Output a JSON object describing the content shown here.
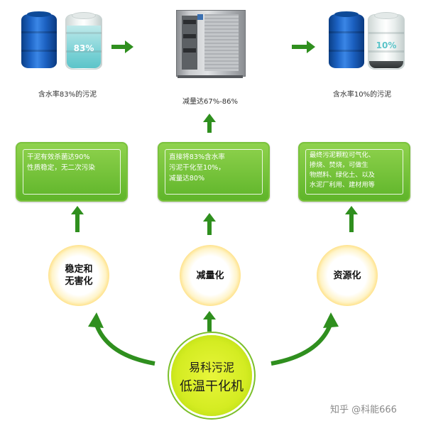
{
  "top": {
    "left_barrel_pct": "83%",
    "left_caption": "含水率83%的污泥",
    "middle_caption": "减量达67%-86%",
    "right_barrel_pct": "10%",
    "right_caption": "含水率10%的污泥"
  },
  "boxes": {
    "left": [
      "干泥有效杀菌达90%",
      "性质稳定，无二次污染"
    ],
    "middle": [
      "直接将83%含水率",
      "污泥干化至10%，",
      "减量达80%"
    ],
    "right": [
      "最终污泥颗粒可气化、",
      "掺烧、焚烧，可做生",
      "物燃料、绿化土、以及",
      "水泥厂利用、建材用等"
    ]
  },
  "circles": {
    "left": [
      "稳定和",
      "无害化"
    ],
    "middle": [
      "减量化"
    ],
    "right": [
      "资源化"
    ]
  },
  "center": {
    "line1": "易科污泥",
    "line2": "低温干化机"
  },
  "watermark": "知乎 @科能666",
  "colors": {
    "green_box": "#6cbf34",
    "arrow_green": "#2f8f1e",
    "blue_barrel": "#1c63c4",
    "center_circle": "#d4ec22",
    "circle_ring": "#f5a21a"
  }
}
